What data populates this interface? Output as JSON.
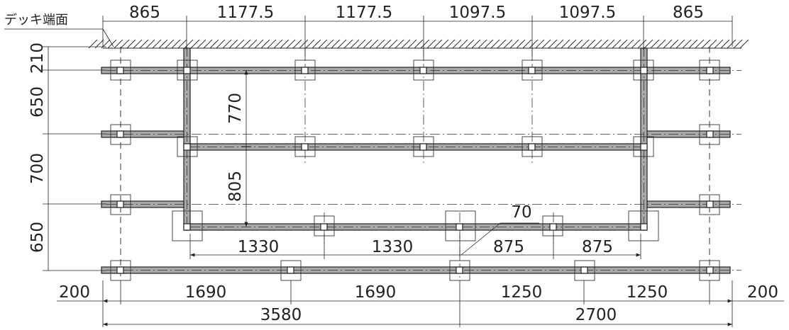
{
  "label": "デッキ端面",
  "dims": {
    "top": [
      "865",
      "1177.5",
      "1177.5",
      "1097.5",
      "1097.5",
      "865"
    ],
    "left": [
      "210",
      "650",
      "700",
      "650"
    ],
    "inner_v": [
      "770",
      "805"
    ],
    "mid_row": [
      "1330",
      "1330",
      "875",
      "875"
    ],
    "bottom_row": [
      "200",
      "1690",
      "1690",
      "1250",
      "1250",
      "200"
    ],
    "total": [
      "3580",
      "2700"
    ],
    "leader": "70"
  }
}
